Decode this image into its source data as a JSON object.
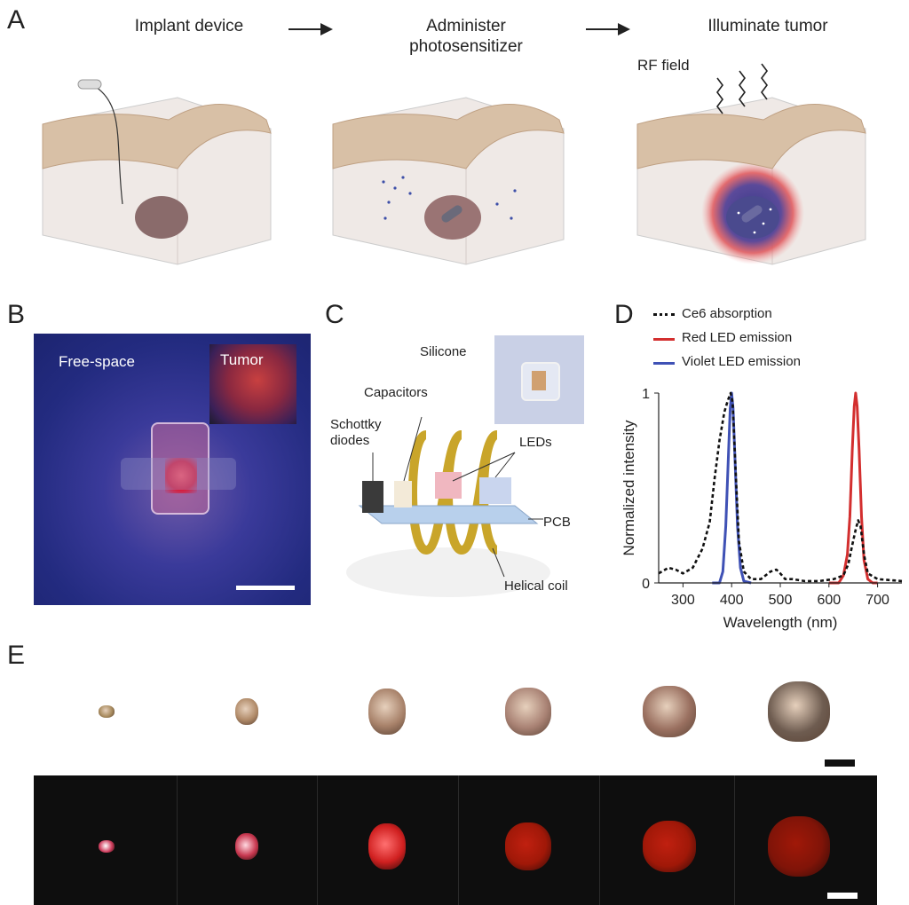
{
  "panels": {
    "A": {
      "letter": "A",
      "steps": [
        "Implant device",
        "Administer photosensitizer",
        "Illuminate tumor"
      ],
      "rf_label": "RF field"
    },
    "B": {
      "letter": "B",
      "free_space_label": "Free-space",
      "tumor_label": "Tumor"
    },
    "C": {
      "letter": "C",
      "labels": {
        "silicone": "Silicone",
        "capacitors": "Capacitors",
        "schottky_line1": "Schottky",
        "schottky_line2": "diodes",
        "leds": "LEDs",
        "pcb": "PCB",
        "helical_coil": "Helical coil"
      }
    },
    "D": {
      "letter": "D"
    },
    "E": {
      "letter": "E"
    }
  },
  "chart_data": {
    "type": "line",
    "xlabel": "Wavelength (nm)",
    "ylabel": "Normalized intensity",
    "xlim": [
      250,
      750
    ],
    "ylim": [
      0,
      1
    ],
    "xticks": [
      300,
      400,
      500,
      600,
      700
    ],
    "yticks": [
      0,
      1
    ],
    "legend_position": "top",
    "series": [
      {
        "name": "Ce6 absorption",
        "color": "#111111",
        "style": "dotted",
        "x": [
          250,
          270,
          285,
          300,
          320,
          340,
          355,
          365,
          375,
          385,
          392,
          398,
          402,
          408,
          415,
          425,
          440,
          460,
          480,
          492,
          500,
          510,
          525,
          550,
          580,
          610,
          630,
          640,
          648,
          655,
          660,
          665,
          672,
          680,
          700,
          750
        ],
        "y": [
          0.05,
          0.08,
          0.07,
          0.05,
          0.08,
          0.18,
          0.32,
          0.55,
          0.75,
          0.9,
          0.96,
          1.0,
          0.95,
          0.6,
          0.22,
          0.06,
          0.02,
          0.02,
          0.06,
          0.07,
          0.05,
          0.02,
          0.02,
          0.01,
          0.01,
          0.02,
          0.04,
          0.1,
          0.2,
          0.28,
          0.33,
          0.3,
          0.15,
          0.05,
          0.02,
          0.01
        ]
      },
      {
        "name": "Red LED emission",
        "color": "#d32f2f",
        "style": "solid",
        "x": [
          600,
          620,
          630,
          638,
          643,
          648,
          652,
          655,
          658,
          662,
          667,
          672,
          680,
          690,
          700
        ],
        "y": [
          0.0,
          0.0,
          0.04,
          0.15,
          0.35,
          0.7,
          0.93,
          1.0,
          0.93,
          0.7,
          0.35,
          0.12,
          0.02,
          0.0,
          0.0
        ]
      },
      {
        "name": "Violet LED emission",
        "color": "#3f51b5",
        "style": "solid",
        "x": [
          360,
          375,
          382,
          388,
          393,
          397,
          400,
          403,
          407,
          412,
          418,
          425,
          440
        ],
        "y": [
          0.0,
          0.0,
          0.06,
          0.3,
          0.65,
          0.92,
          1.0,
          0.92,
          0.65,
          0.3,
          0.08,
          0.01,
          0.0
        ]
      }
    ]
  },
  "colors": {
    "skin": "#d8c0a6",
    "tissue_block": "#efe9e6",
    "tumor": "#8a6b6b",
    "coil": "#c9a52a",
    "red_glow": "#e53935",
    "violet": "#3f3f9a",
    "black_panel": "#0e0e0e"
  },
  "specimens": [
    {
      "color": "#a88b5e"
    },
    {
      "color": "#b08a68"
    },
    {
      "color": "#a8826a"
    },
    {
      "color": "#a98274"
    },
    {
      "color": "#9a7060"
    },
    {
      "color": "#6e5c50"
    }
  ],
  "fluorescence": [
    {
      "core": "#ffffff",
      "color": "#d04060"
    },
    {
      "core": "#ffd8e0",
      "color": "#c83850"
    },
    {
      "core": "#ff7070",
      "color": "#d02020"
    },
    {
      "core": "#c02010",
      "color": "#a01808"
    },
    {
      "core": "#c02010",
      "color": "#a01808"
    },
    {
      "core": "#a01808",
      "color": "#801408"
    }
  ]
}
